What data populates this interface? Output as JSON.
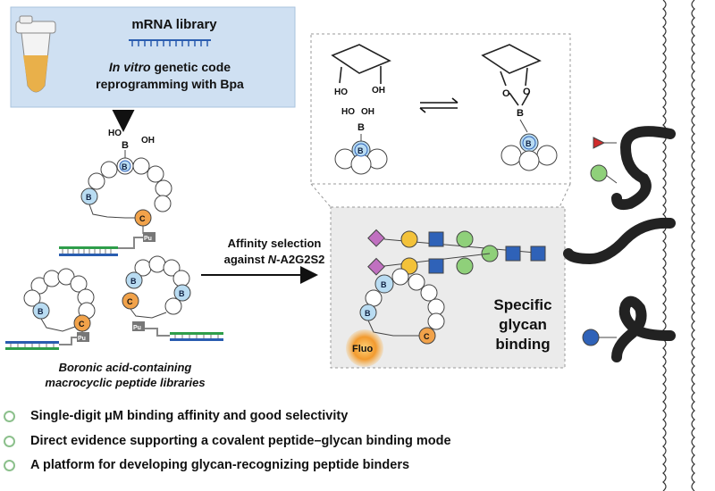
{
  "top_box": {
    "title": "mRNA library",
    "line1_italic": "In vitro",
    "line1_rest": " genetic code",
    "line2": "reprogramming with Bpa"
  },
  "selection": {
    "line1": "Affinity selection",
    "line2_prefix": "against ",
    "line2_italic": "N",
    "line2_rest": "-A2G2S2"
  },
  "library_caption": {
    "line1": "Boronic acid-containing",
    "line2": "macrocyclic peptide libraries"
  },
  "binding_label": {
    "line1": "Specific",
    "line2": "glycan",
    "line3": "binding"
  },
  "residue_labels": {
    "boron": "B",
    "cysteine": "C",
    "puromycin": "Pu",
    "fluorophore": "Fluo"
  },
  "chem_labels": {
    "hydroxyl": "HO",
    "hydroxyl_right": "OH",
    "oxygen": "O",
    "boron": "B",
    "hydroxyl_h": "H"
  },
  "bullets": [
    "Single-digit μM binding affinity and good selectivity",
    "Direct evidence supporting a covalent peptide–glycan binding mode",
    "A platform for developing glycan-recognizing peptide binders"
  ],
  "colors": {
    "mrna_box": "#cfe0f2",
    "boron_residue": "#b9dcf2",
    "cysteine_residue": "#f1a24a",
    "glycan_magenta": "#c070c0",
    "glycan_yellow": "#f3c23a",
    "glycan_blue": "#2f62b8",
    "glycan_green": "#8fd07a",
    "bullet_ring": "#8cc08c",
    "dashed_box_fill": "#ebebeb"
  }
}
